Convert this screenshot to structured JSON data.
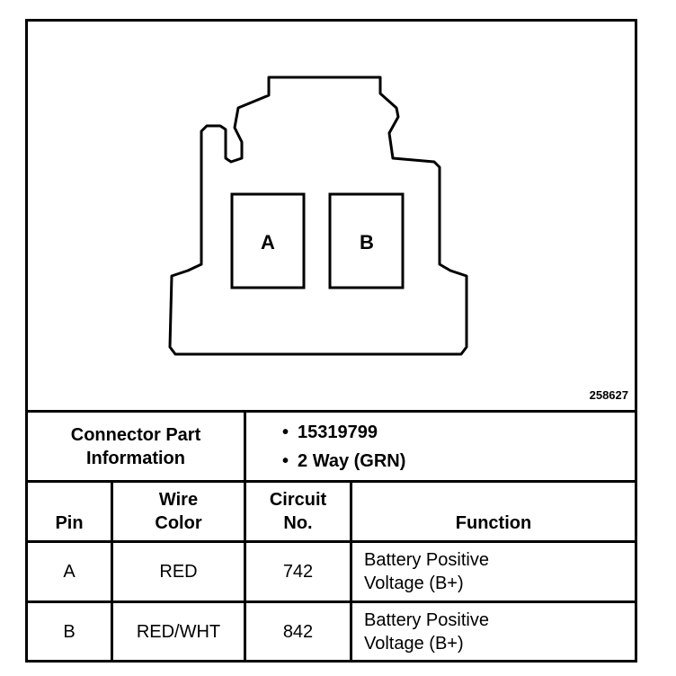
{
  "figure_id": "258627",
  "connector": {
    "cavity_a": "A",
    "cavity_b": "B"
  },
  "part_info": {
    "label": "Connector Part Information",
    "items": [
      "15319799",
      "2 Way (GRN)"
    ]
  },
  "table": {
    "headers": {
      "pin": "Pin",
      "wire_color": "Wire Color",
      "circuit": "Circuit No.",
      "function": "Function"
    },
    "rows": [
      {
        "pin": "A",
        "wire_color": "RED",
        "circuit": "742",
        "function": "Battery Positive Voltage (B+)"
      },
      {
        "pin": "B",
        "wire_color": "RED/WHT",
        "circuit": "842",
        "function": "Battery Positive Voltage (B+)"
      }
    ]
  }
}
